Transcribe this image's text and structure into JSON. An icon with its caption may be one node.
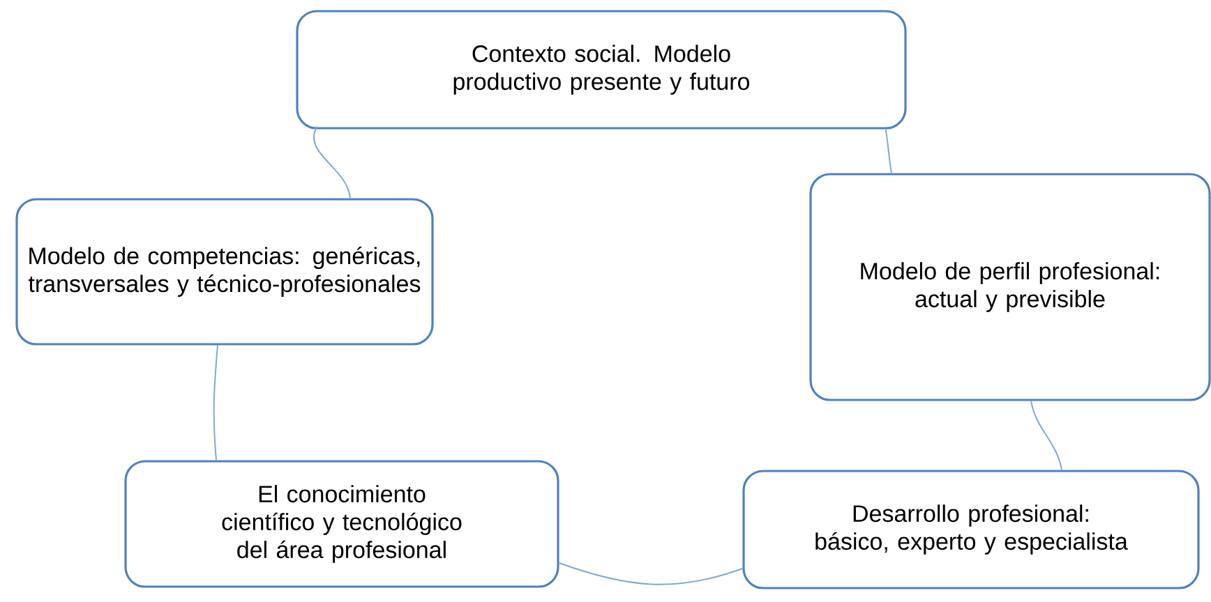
{
  "diagram": {
    "nodes": [
      {
        "text": [
          "Contexto social. Modelo productivo presente y futuro"
        ]
      },
      {
        "text": [
          "Modelo de perfil profesional:  actual y previsible"
        ]
      },
      {
        "text": [
          "Desarrollo profesional: básico, experto y especialista"
        ]
      },
      {
        "text": [
          "El conocimiento científico y tecnológico del área profesional"
        ]
      },
      {
        "text": [
          "Modelo de competencias: genéricas, transversales y técnico-profesionales"
        ]
      }
    ],
    "edges": [
      {
        "from": 0,
        "to": 1,
        "arrow": "none"
      },
      {
        "from": 1,
        "to": 2,
        "arrow": "none"
      },
      {
        "from": 2,
        "to": 3,
        "arrow": "none"
      },
      {
        "from": 3,
        "to": 4,
        "arrow": "none"
      },
      {
        "from": 4,
        "to": 0,
        "arrow": "none"
      }
    ]
  }
}
